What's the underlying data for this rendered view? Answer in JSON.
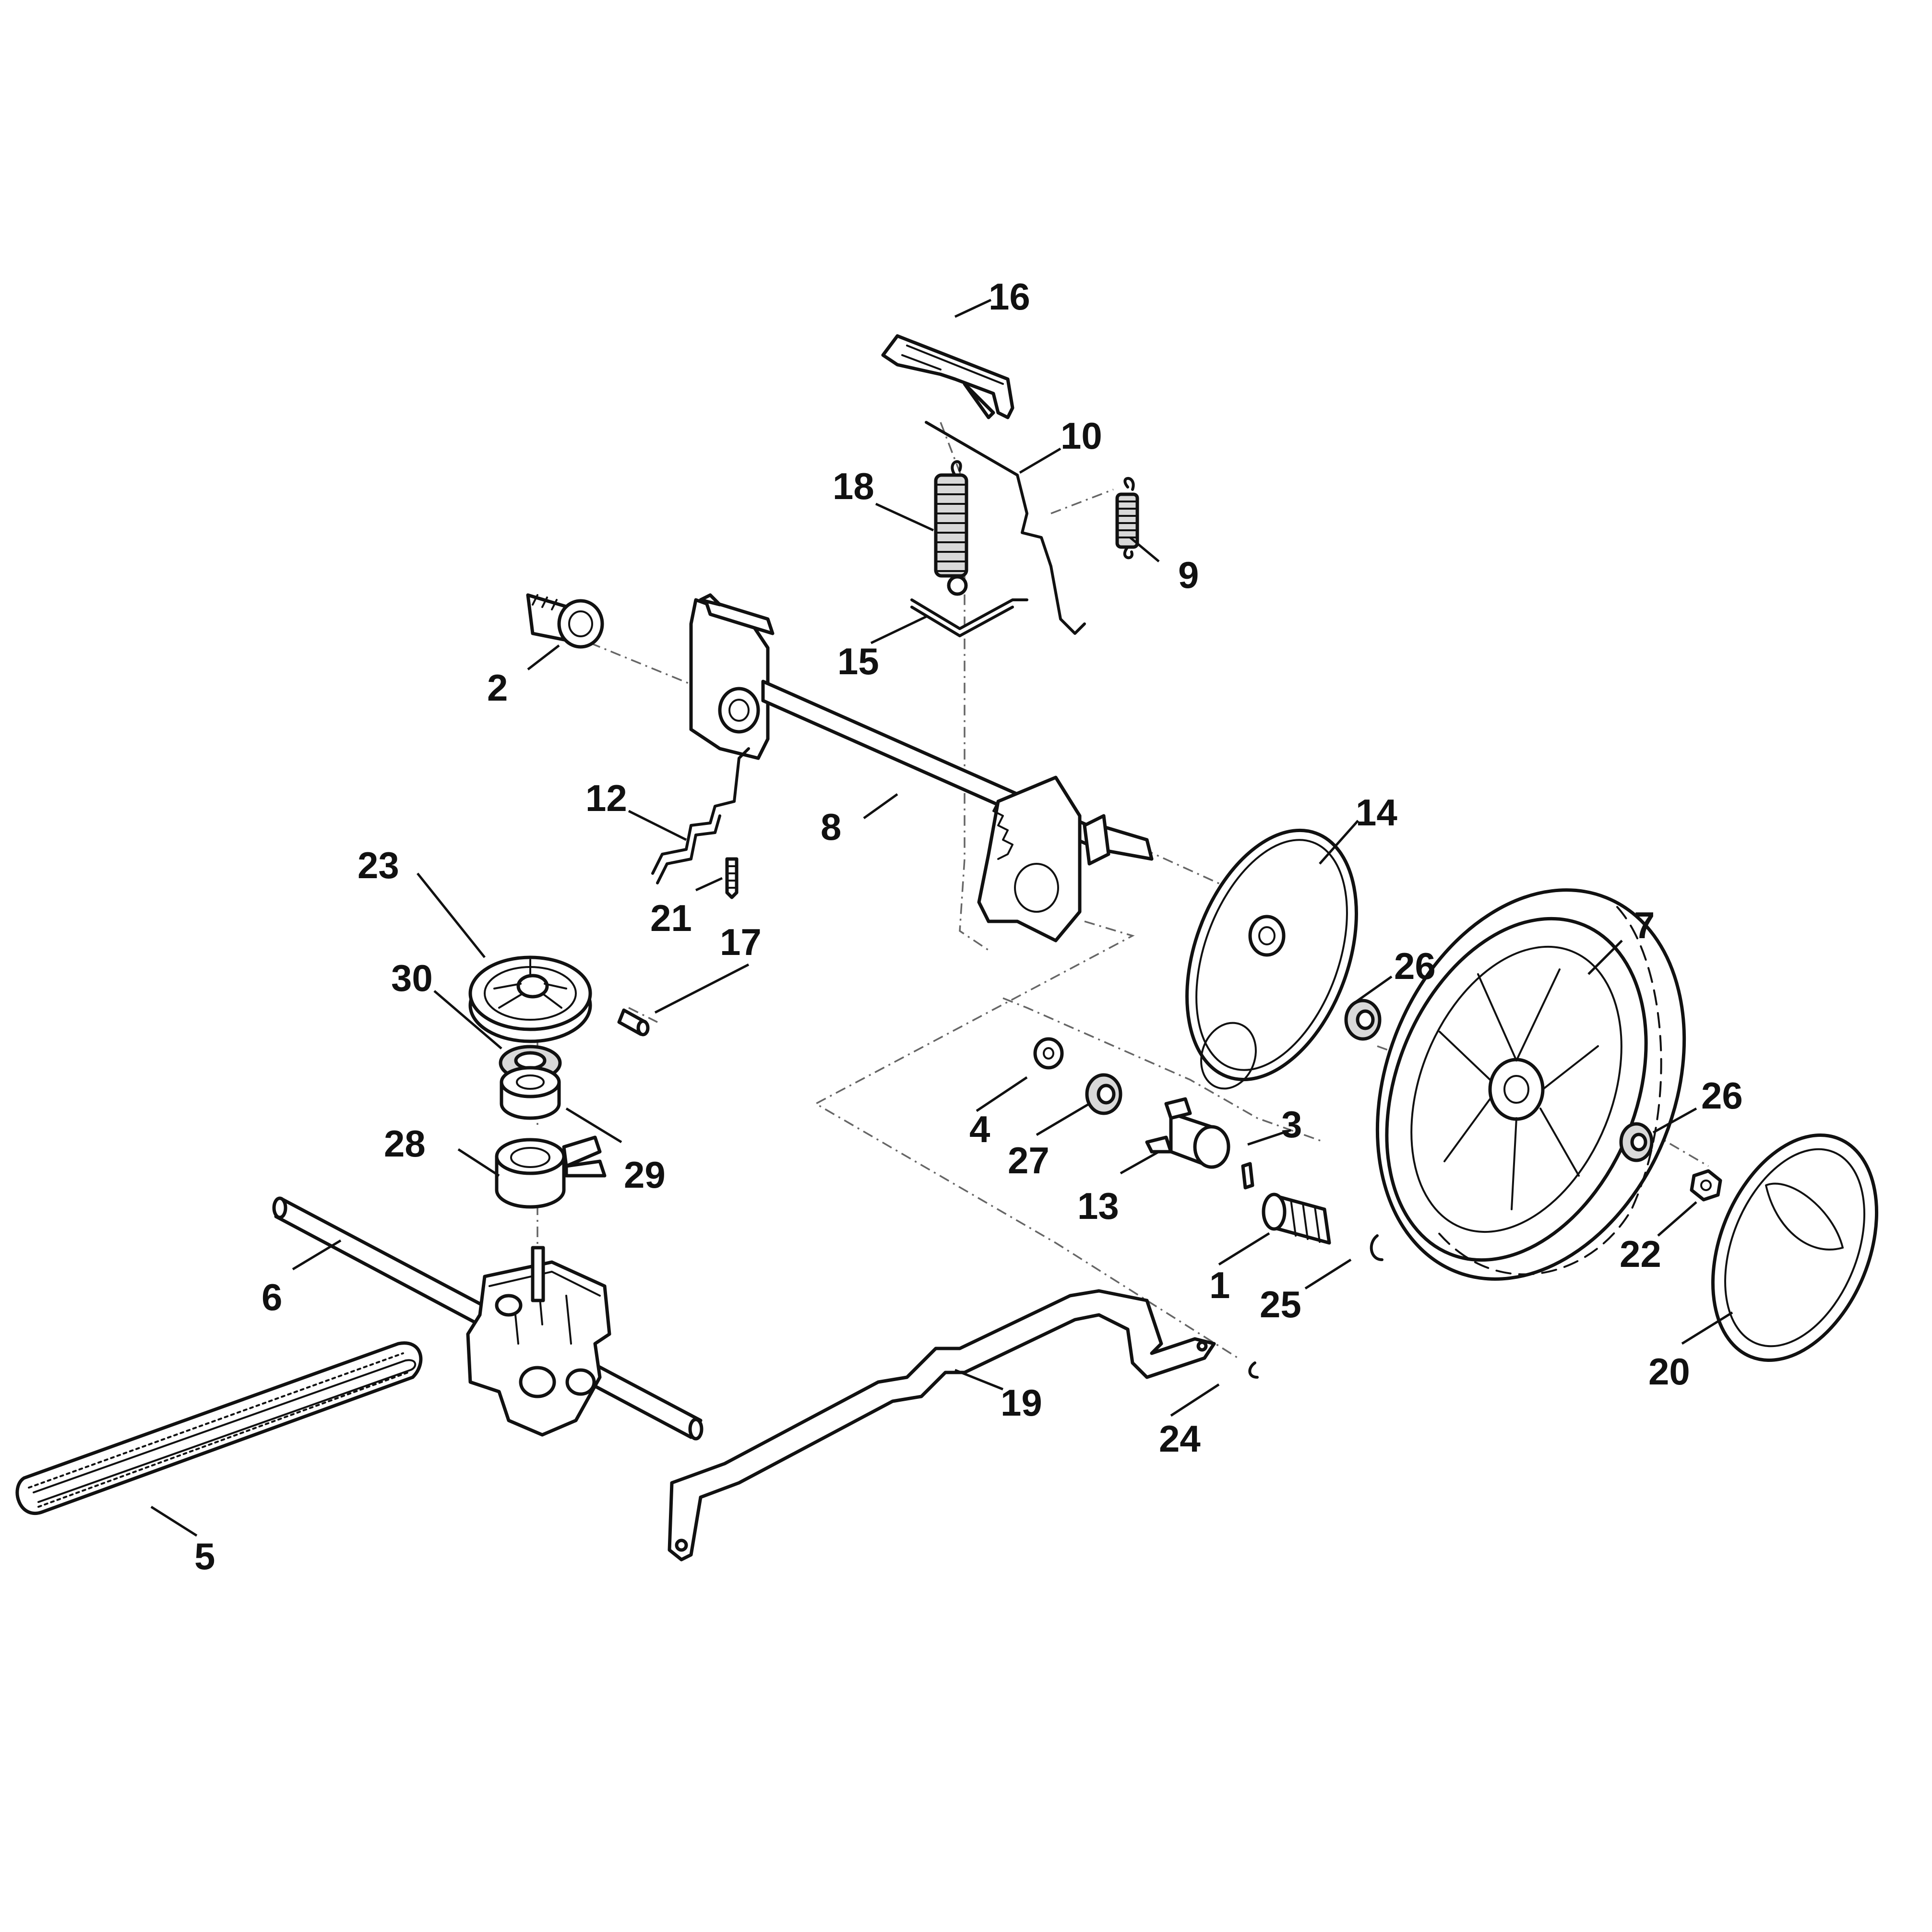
{
  "callouts": {
    "c1": "1",
    "c2": "2",
    "c3": "3",
    "c4": "4",
    "c5": "5",
    "c6": "6",
    "c7": "7",
    "c8": "8",
    "c9": "9",
    "c10": "10",
    "c12": "12",
    "c13": "13",
    "c14": "14",
    "c15": "15",
    "c16": "16",
    "c17": "17",
    "c18": "18",
    "c19": "19",
    "c20": "20",
    "c21": "21",
    "c22": "22",
    "c23": "23",
    "c24": "24",
    "c25": "25",
    "c26a": "26",
    "c26b": "26",
    "c27": "27",
    "c28": "28",
    "c29": "29",
    "c30": "30"
  }
}
